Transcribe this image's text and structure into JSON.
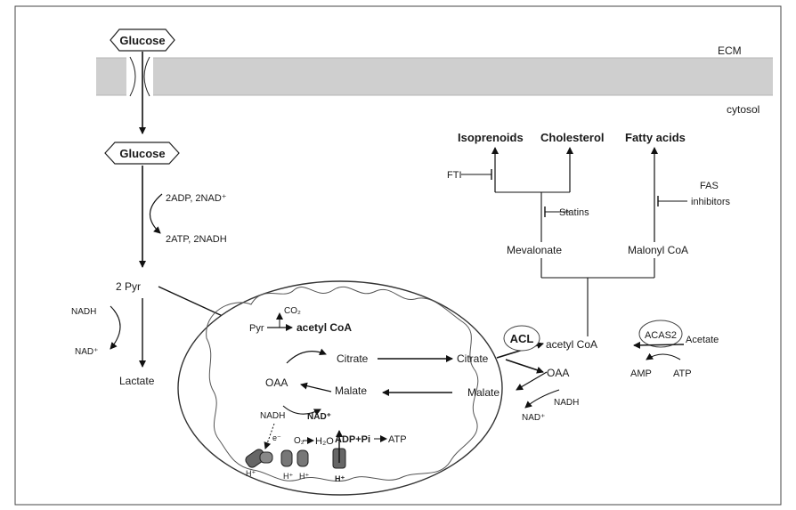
{
  "membrane": {
    "ecm": "ECM",
    "cytosol": "cytosol"
  },
  "glycolysis": {
    "glucose_out": "Glucose",
    "glucose_in": "Glucose",
    "inputs": "2ADP, 2NAD⁺",
    "outputs": "2ATP, 2NADH",
    "pyr": "2 Pyr",
    "nadh": "NADH",
    "nad": "NAD⁺",
    "lactate": "Lactate"
  },
  "lipid_products": {
    "isoprenoids": "Isoprenoids",
    "cholesterol": "Cholesterol",
    "fatty_acids": "Fatty acids",
    "fti": "FTI",
    "fas_inhibitors_line1": "FAS",
    "fas_inhibitors_line2": "inhibitors",
    "statins": "Statins",
    "mevalonate": "Mevalonate",
    "malonyl_coa": "Malonyl CoA"
  },
  "mitochondrion": {
    "pyr": "Pyr",
    "co2": "CO₂",
    "acetyl_coa": "acetyl CoA",
    "citrate": "Citrate",
    "oaa": "OAA",
    "malate": "Malate",
    "nadh": "NADH",
    "nad": "NAD⁺",
    "e": "e⁻",
    "o2": "O₂",
    "h2o": "H₂O",
    "adp_pi": "ADP+Pi",
    "atp": "ATP",
    "h1": "H⁺",
    "h2": "H⁺",
    "h3": "H⁺",
    "h4": "H⁺"
  },
  "cytosol_pathway": {
    "citrate": "Citrate",
    "acl": "ACL",
    "acetyl_coa": "acetyl CoA",
    "oaa": "OAA",
    "malate": "Malate",
    "nadh": "NADH",
    "nad": "NAD⁺",
    "acas2": "ACAS2",
    "acetate": "Acetate",
    "amp": "AMP",
    "atp": "ATP"
  }
}
